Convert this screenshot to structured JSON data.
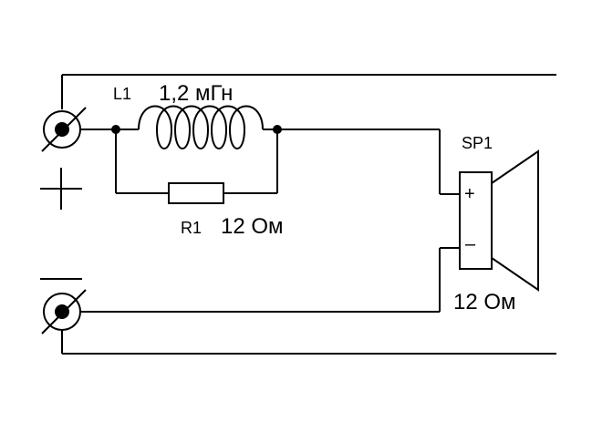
{
  "inductor": {
    "ref": "L1",
    "value": "1,2 мГн"
  },
  "resistor": {
    "ref": "R1",
    "value": "12 Ом"
  },
  "speaker": {
    "ref": "SP1",
    "plus": "+",
    "minus": "–",
    "impedance": "12 Ом"
  },
  "terminals": {
    "positive_symbol": "+",
    "negative_symbol": "—"
  },
  "colors": {
    "ink": "#000000",
    "background": "#ffffff"
  }
}
